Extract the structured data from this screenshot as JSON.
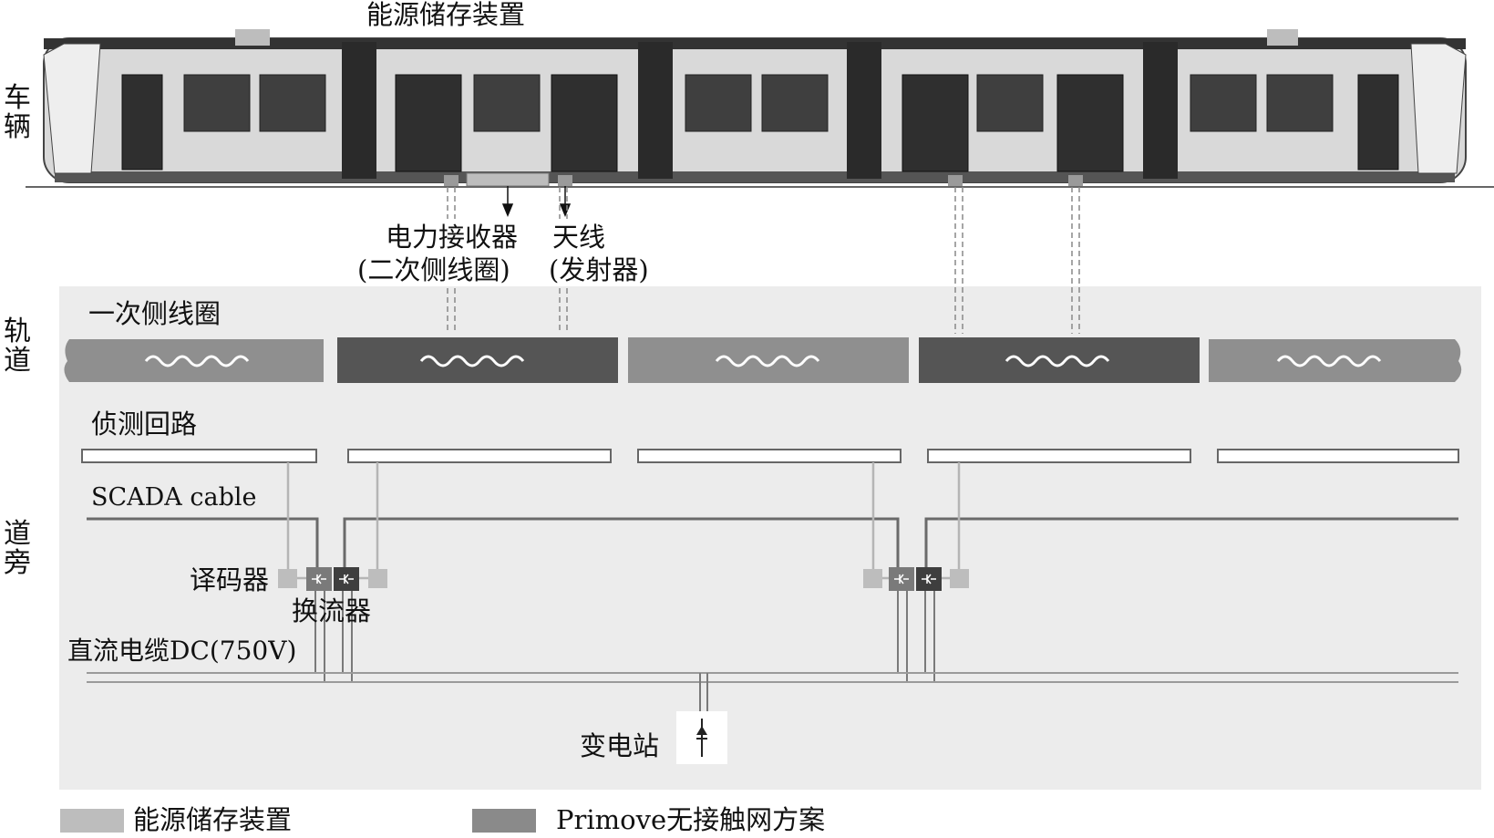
{
  "zones": {
    "vehicle": "车辆",
    "track": "轨道",
    "wayside": "道旁"
  },
  "labels": {
    "energy_storage_top": "能源储存装置",
    "power_receiver": "电力接收器",
    "power_receiver_sub": "(二次侧线圈)",
    "antenna": "天线",
    "antenna_sub": "(发射器)",
    "primary_coil": "一次侧线圈",
    "detection_loop": "侦测回路",
    "scada": "SCADA cable",
    "decoder": "译码器",
    "converter": "换流器",
    "dc_cable": "直流电缆DC(750V)",
    "substation": "变电站"
  },
  "legend": [
    {
      "label": "能源储存装置",
      "color": "#bdbdbd"
    },
    {
      "label": "Primove无接触网方案",
      "color": "#8a8a8a"
    }
  ],
  "colors": {
    "track_bg": "#ececec",
    "coil_light": "#8f8f8f",
    "coil_dark": "#555555",
    "line": "#6a6a6a",
    "light_line": "#b5b5b5"
  }
}
